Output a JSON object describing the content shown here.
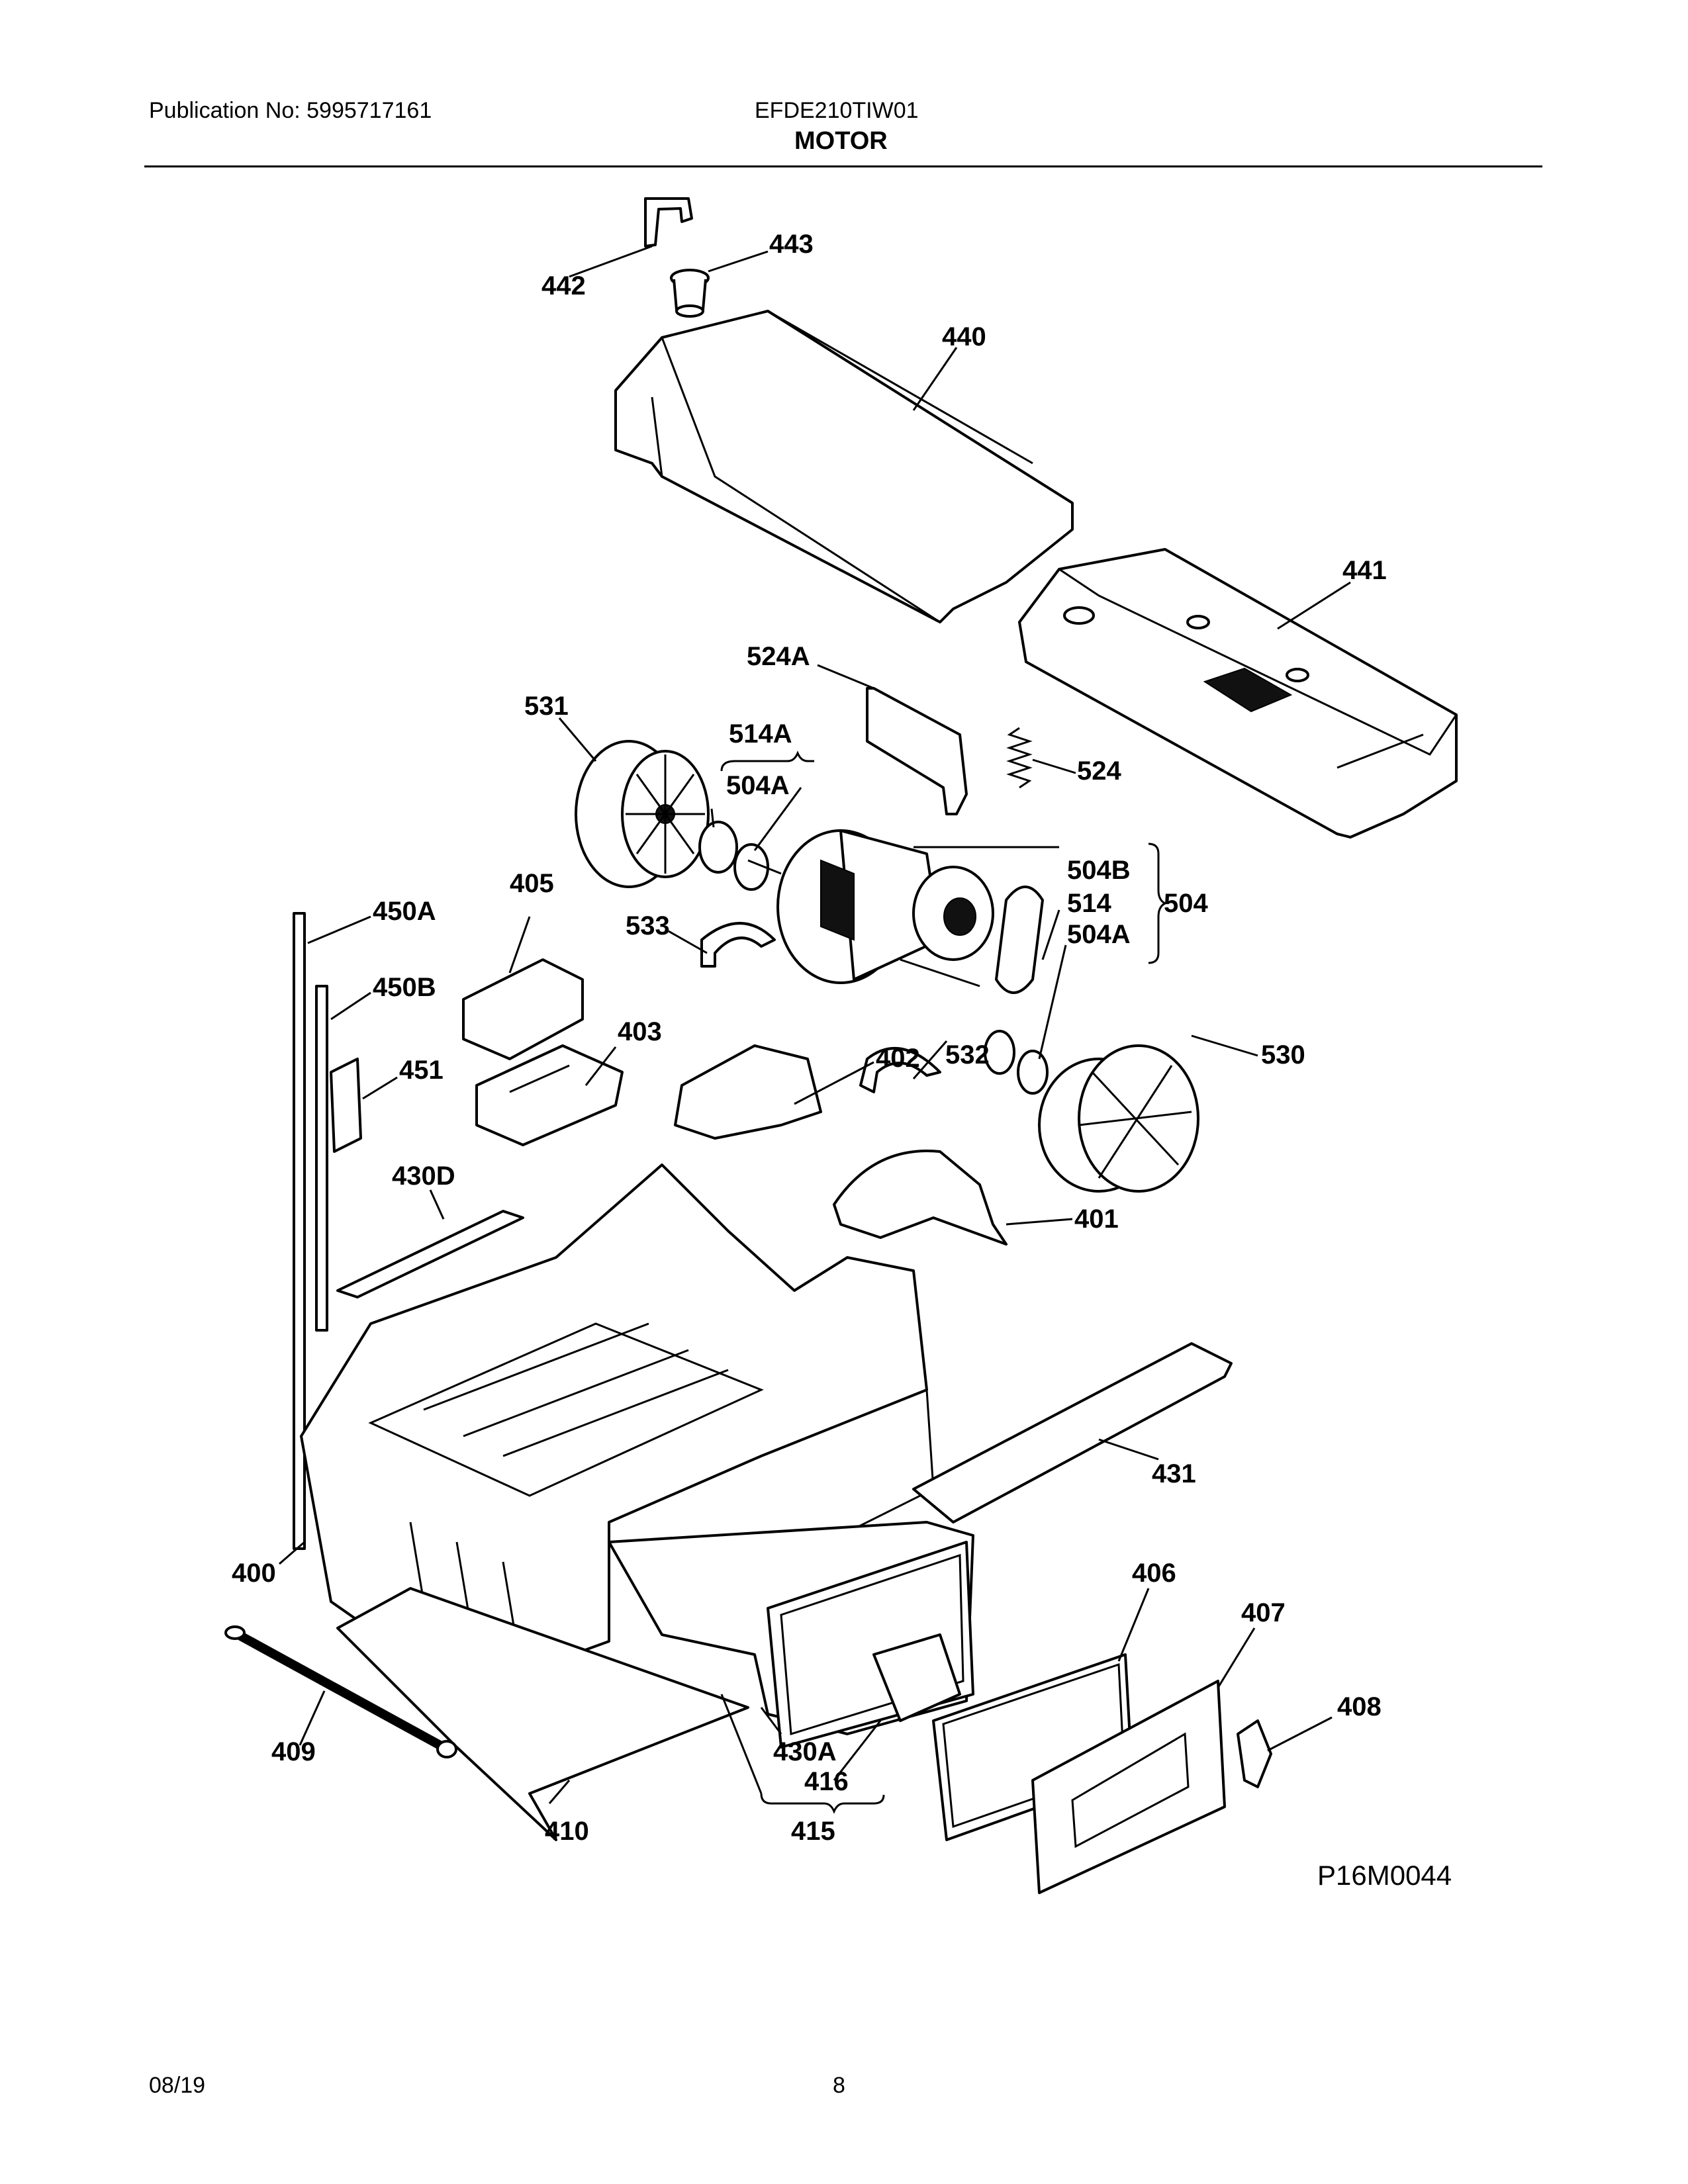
{
  "header": {
    "publication": "Publication No: 5995717161",
    "model": "EFDE210TIW01",
    "section_title": "MOTOR"
  },
  "diagram": {
    "drawing_code": "P16M0044",
    "callouts": [
      "442",
      "443",
      "440",
      "441",
      "524A",
      "531",
      "514A",
      "504A",
      "524",
      "405",
      "450A",
      "533",
      "504B",
      "514",
      "504",
      "504A",
      "450B",
      "403",
      "451",
      "402",
      "532",
      "530",
      "430D",
      "401",
      "431",
      "400",
      "406",
      "407",
      "408",
      "409",
      "430A",
      "416",
      "410",
      "415"
    ]
  },
  "footer": {
    "date": "08/19",
    "page": "8"
  }
}
